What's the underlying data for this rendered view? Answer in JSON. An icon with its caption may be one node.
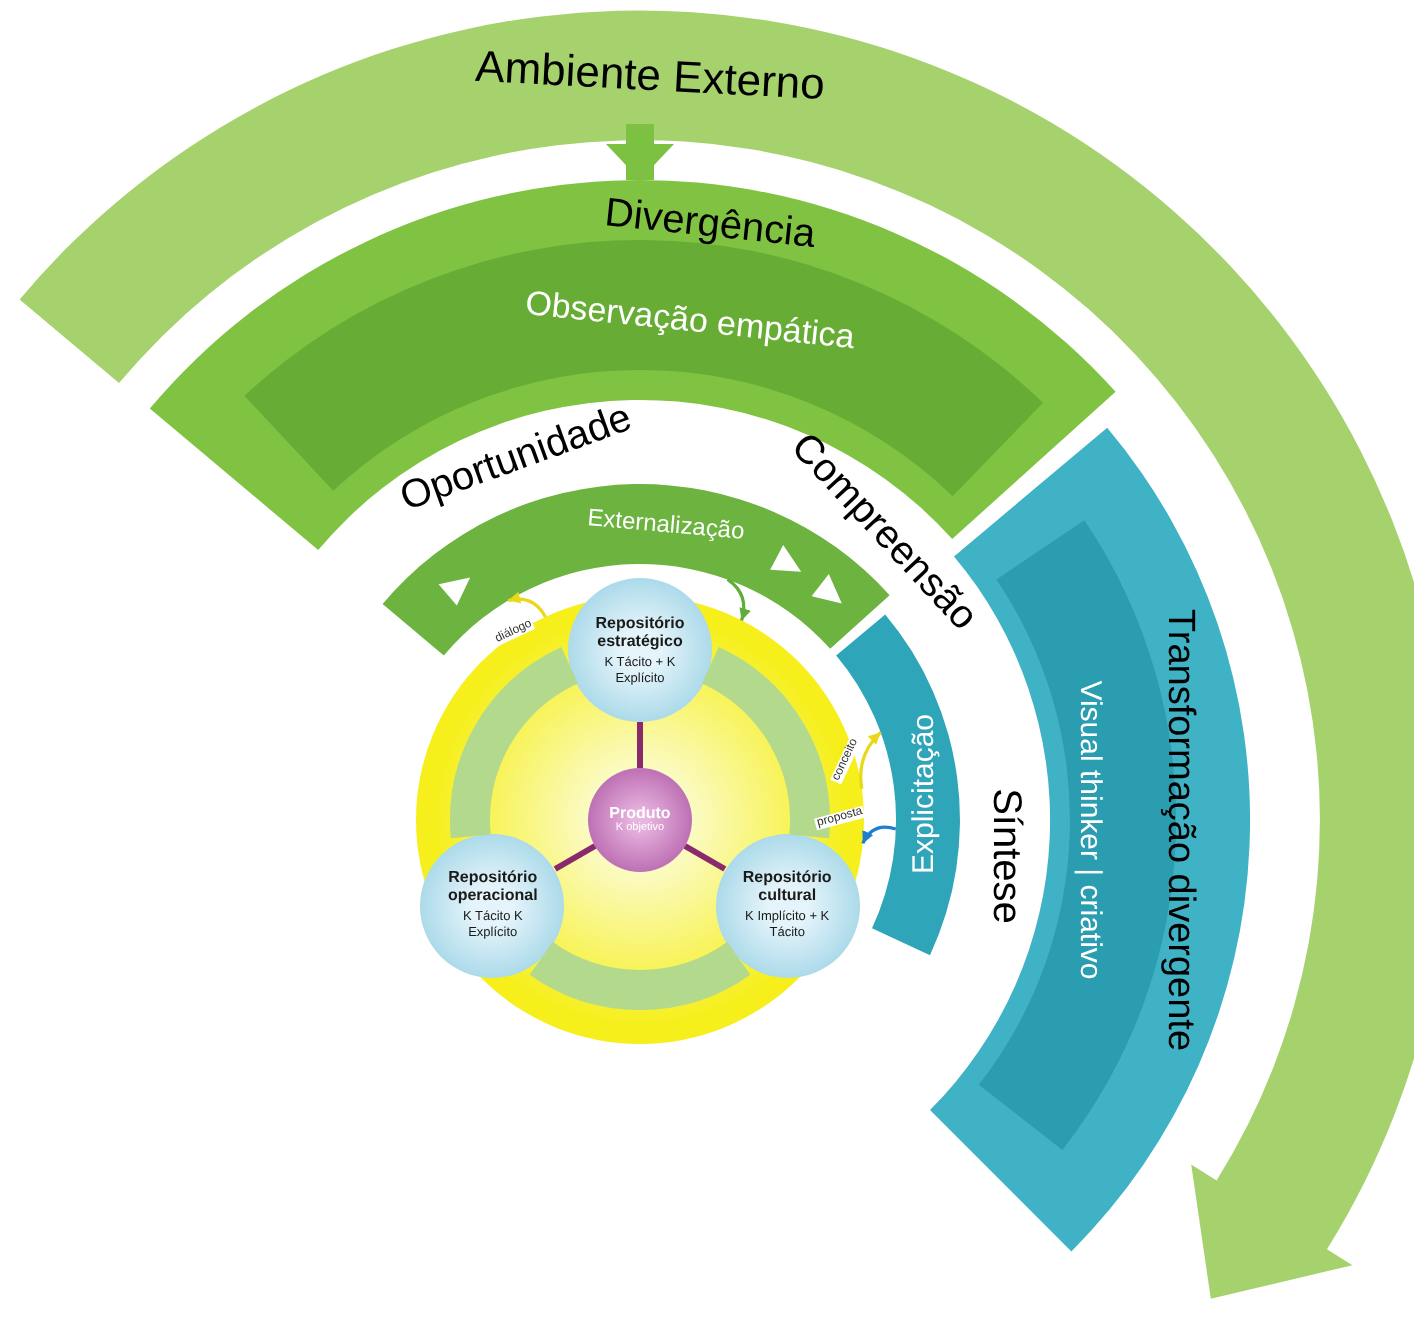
{
  "diagram": {
    "nodes": [
      {
        "text": [
          "Ambiente Externo"
        ]
      },
      {
        "text": [
          "Divergência"
        ]
      },
      {
        "text": [
          "Observação empática"
        ],
        "in": 1
      },
      {
        "text": [
          "Transformação divergente"
        ]
      },
      {
        "text": [
          "Visual thinker | criativo"
        ],
        "in": 3
      },
      {
        "text": [
          "Externalização"
        ]
      },
      {
        "text": [
          "Explicitação"
        ]
      },
      {
        "text": [],
        "shape": "circle"
      },
      {
        "text": [
          "Repositório estratégico",
          "K Tácito + K Explícito"
        ],
        "in": 7
      },
      {
        "text": [
          "Produto",
          "K objetivo"
        ],
        "in": 7
      },
      {
        "text": [
          "Repositório operacional",
          "K Tácito K Explícito"
        ],
        "in": 7
      },
      {
        "text": [
          "Repositório cultural",
          "K Implícito + K Tácito"
        ],
        "in": 7
      }
    ],
    "edges": [
      {
        "from": 0,
        "to": 1,
        "arrow": "to",
        "style": "thick",
        "color": "#7dc142"
      },
      {
        "from": 9,
        "to": 8,
        "arrow": "none"
      },
      {
        "from": 9,
        "to": 10,
        "arrow": "none"
      },
      {
        "from": 9,
        "to": 11,
        "arrow": "none"
      },
      {
        "from": 8,
        "to": 11,
        "arrow": "none",
        "style": "thick",
        "color": "#b3d98c"
      },
      {
        "from": 11,
        "to": 10,
        "arrow": "none",
        "style": "thick",
        "color": "#b3d98c"
      },
      {
        "from": 10,
        "to": 8,
        "arrow": "none",
        "style": "thick",
        "color": "#b3d98c"
      },
      {
        "from": 7,
        "to": 5,
        "arrow": "to",
        "label": "diálogo",
        "color": "#e8d818"
      },
      {
        "from": 5,
        "to": 7,
        "arrow": "to",
        "color": "#5fae3a"
      },
      {
        "from": 7,
        "to": 6,
        "arrow": "to",
        "label": "conceito",
        "color": "#e8d818"
      },
      {
        "from": 6,
        "to": 7,
        "arrow": "to",
        "label": "proposta",
        "color": "#1e7fd0"
      }
    ],
    "labels": [
      "Oportunidade",
      "Compreensão",
      "Síntese"
    ]
  }
}
